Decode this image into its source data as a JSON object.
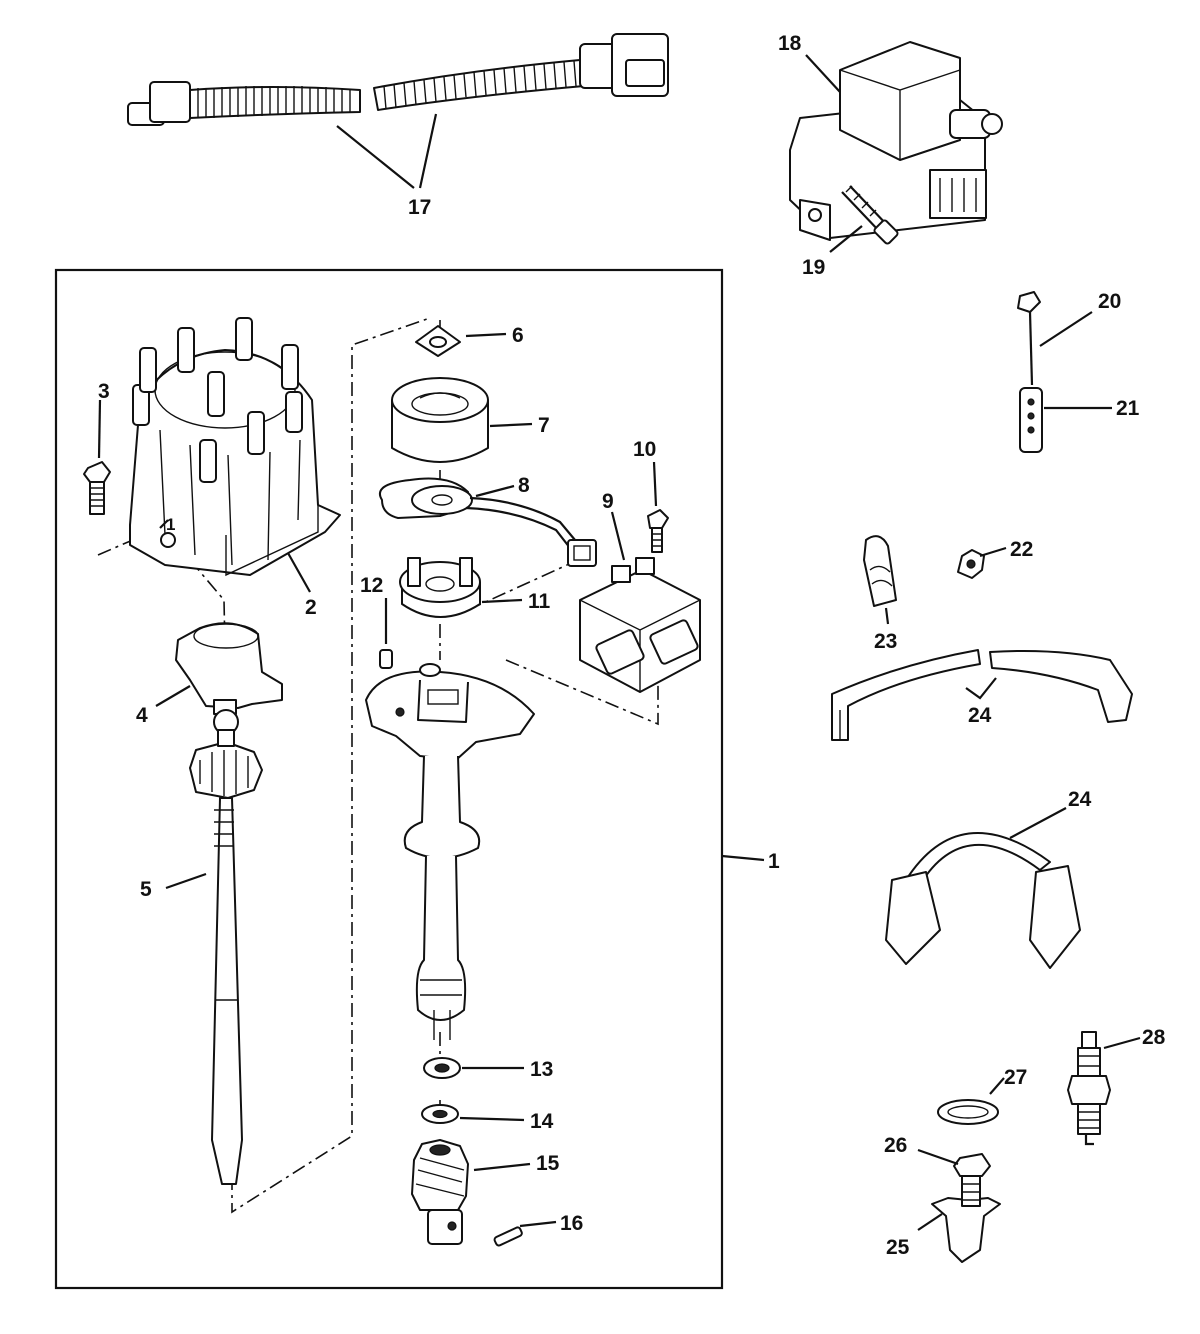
{
  "diagram": {
    "callouts": {
      "c1": "1",
      "c1b": "1",
      "c2": "2",
      "c3": "3",
      "c4": "4",
      "c5": "5",
      "c6": "6",
      "c7": "7",
      "c8": "8",
      "c9": "9",
      "c10": "10",
      "c11": "11",
      "c12": "12",
      "c13": "13",
      "c14": "14",
      "c15": "15",
      "c16": "16",
      "c17": "17",
      "c18": "18",
      "c19": "19",
      "c20": "20",
      "c21": "21",
      "c22": "22",
      "c23": "23",
      "c24a": "24",
      "c24b": "24",
      "c25": "25",
      "c26": "26",
      "c27": "27",
      "c28": "28"
    }
  }
}
